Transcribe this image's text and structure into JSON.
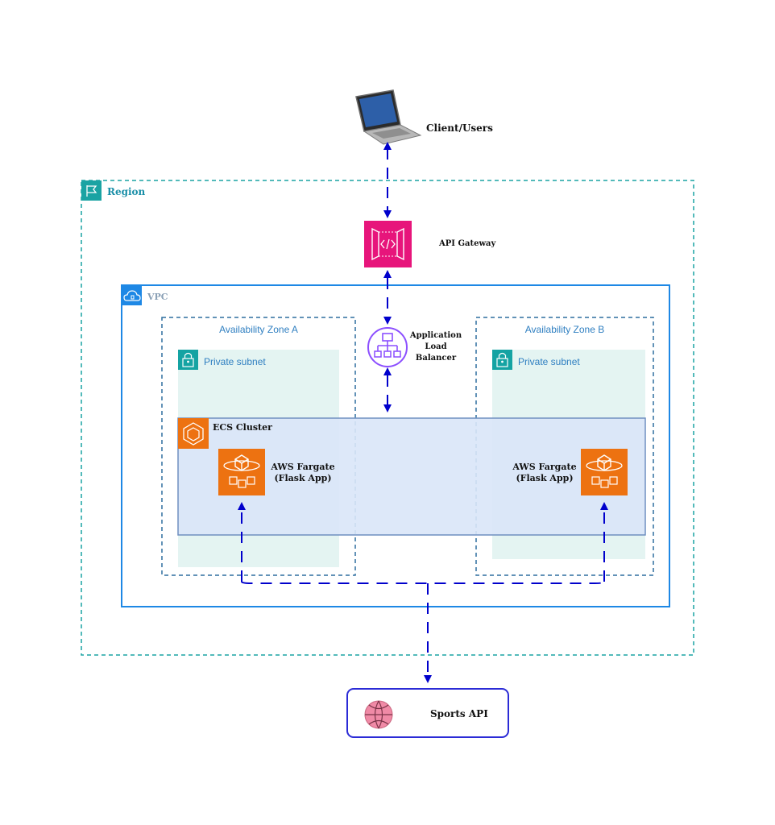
{
  "client": {
    "label": "Client/Users"
  },
  "region": {
    "label": "Region"
  },
  "api_gateway": {
    "label": "API Gateway"
  },
  "vpc": {
    "label": "VPC"
  },
  "zone_a": {
    "label": "Availability Zone A",
    "subnet_label": "Private subnet"
  },
  "zone_b": {
    "label": "Availability Zone B",
    "subnet_label": "Private subnet"
  },
  "alb": {
    "label_line1": "Application",
    "label_line2": "Load",
    "label_line3": "Balancer"
  },
  "ecs": {
    "label": "ECS Cluster"
  },
  "fargate_a": {
    "line1": "AWS Fargate",
    "line2": "(Flask App)"
  },
  "fargate_b": {
    "line1": "AWS Fargate",
    "line2": "(Flask App)"
  },
  "sports_api": {
    "label": "Sports API"
  },
  "colors": {
    "region_border": "#1aa3a3",
    "vpc_border": "#1e88e5",
    "vpc_text": "#8aa0b6",
    "zone_border": "#2f6f9f",
    "zone_text": "#2f7fc1",
    "subnet_fill": "#e4f4f2",
    "subnet_icon": "#14a3a3",
    "subnet_text": "#2f7fc1",
    "ecs_fill": "#d9e6f8",
    "ecs_border": "#6f8fc0",
    "orange": "#ed7211",
    "api_gateway_pink": "#e7157b",
    "alb_purple": "#8c4fff",
    "arrow": "#0000cc",
    "sports_border": "#2b2bd6"
  }
}
